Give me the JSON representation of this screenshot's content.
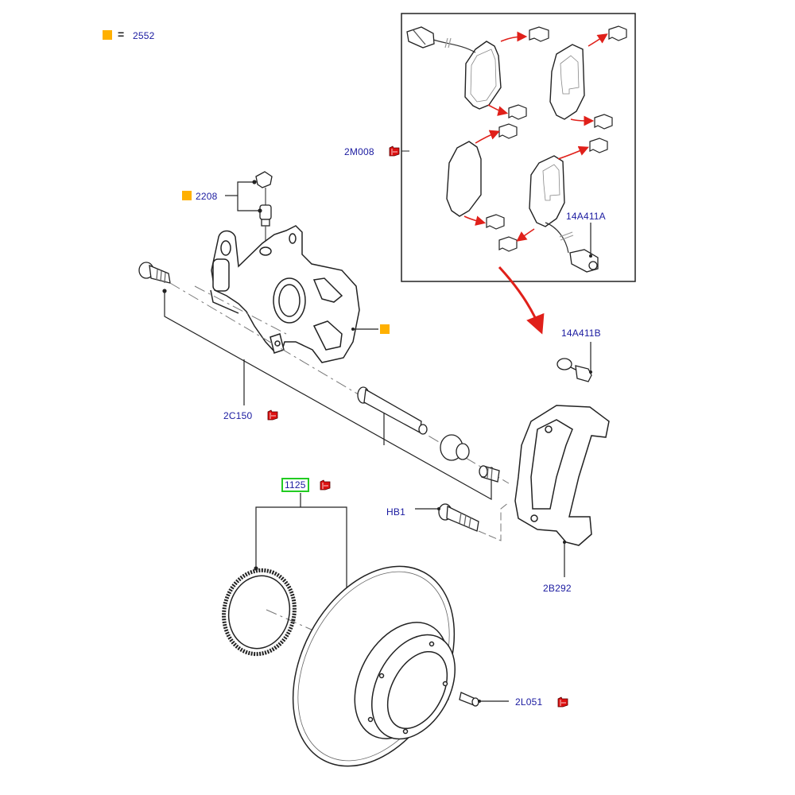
{
  "legend": {
    "marker": "orange-square",
    "equals": "=",
    "value": "2552",
    "marker_color": "#ffb000"
  },
  "colors": {
    "label_text": "#1a1aa0",
    "callout_box": "#22cc22",
    "catalog_icon": "#dd1111",
    "arrow": "#e0201a",
    "line": "#222222"
  },
  "callouts": {
    "pad_set": "2M008",
    "bleed_valve": "2208",
    "caliper_marker": "",
    "sensor_a": "14A411A",
    "sensor_b": "14A411B",
    "guide_pin_kit": "2C150",
    "disc_assembly": "1125",
    "bolt": "HB1",
    "anchor_bracket": "2B292",
    "disc_screw": "2L051"
  },
  "icons": {
    "catalog": "catalog-book-icon",
    "marker": "orange-square-icon"
  }
}
